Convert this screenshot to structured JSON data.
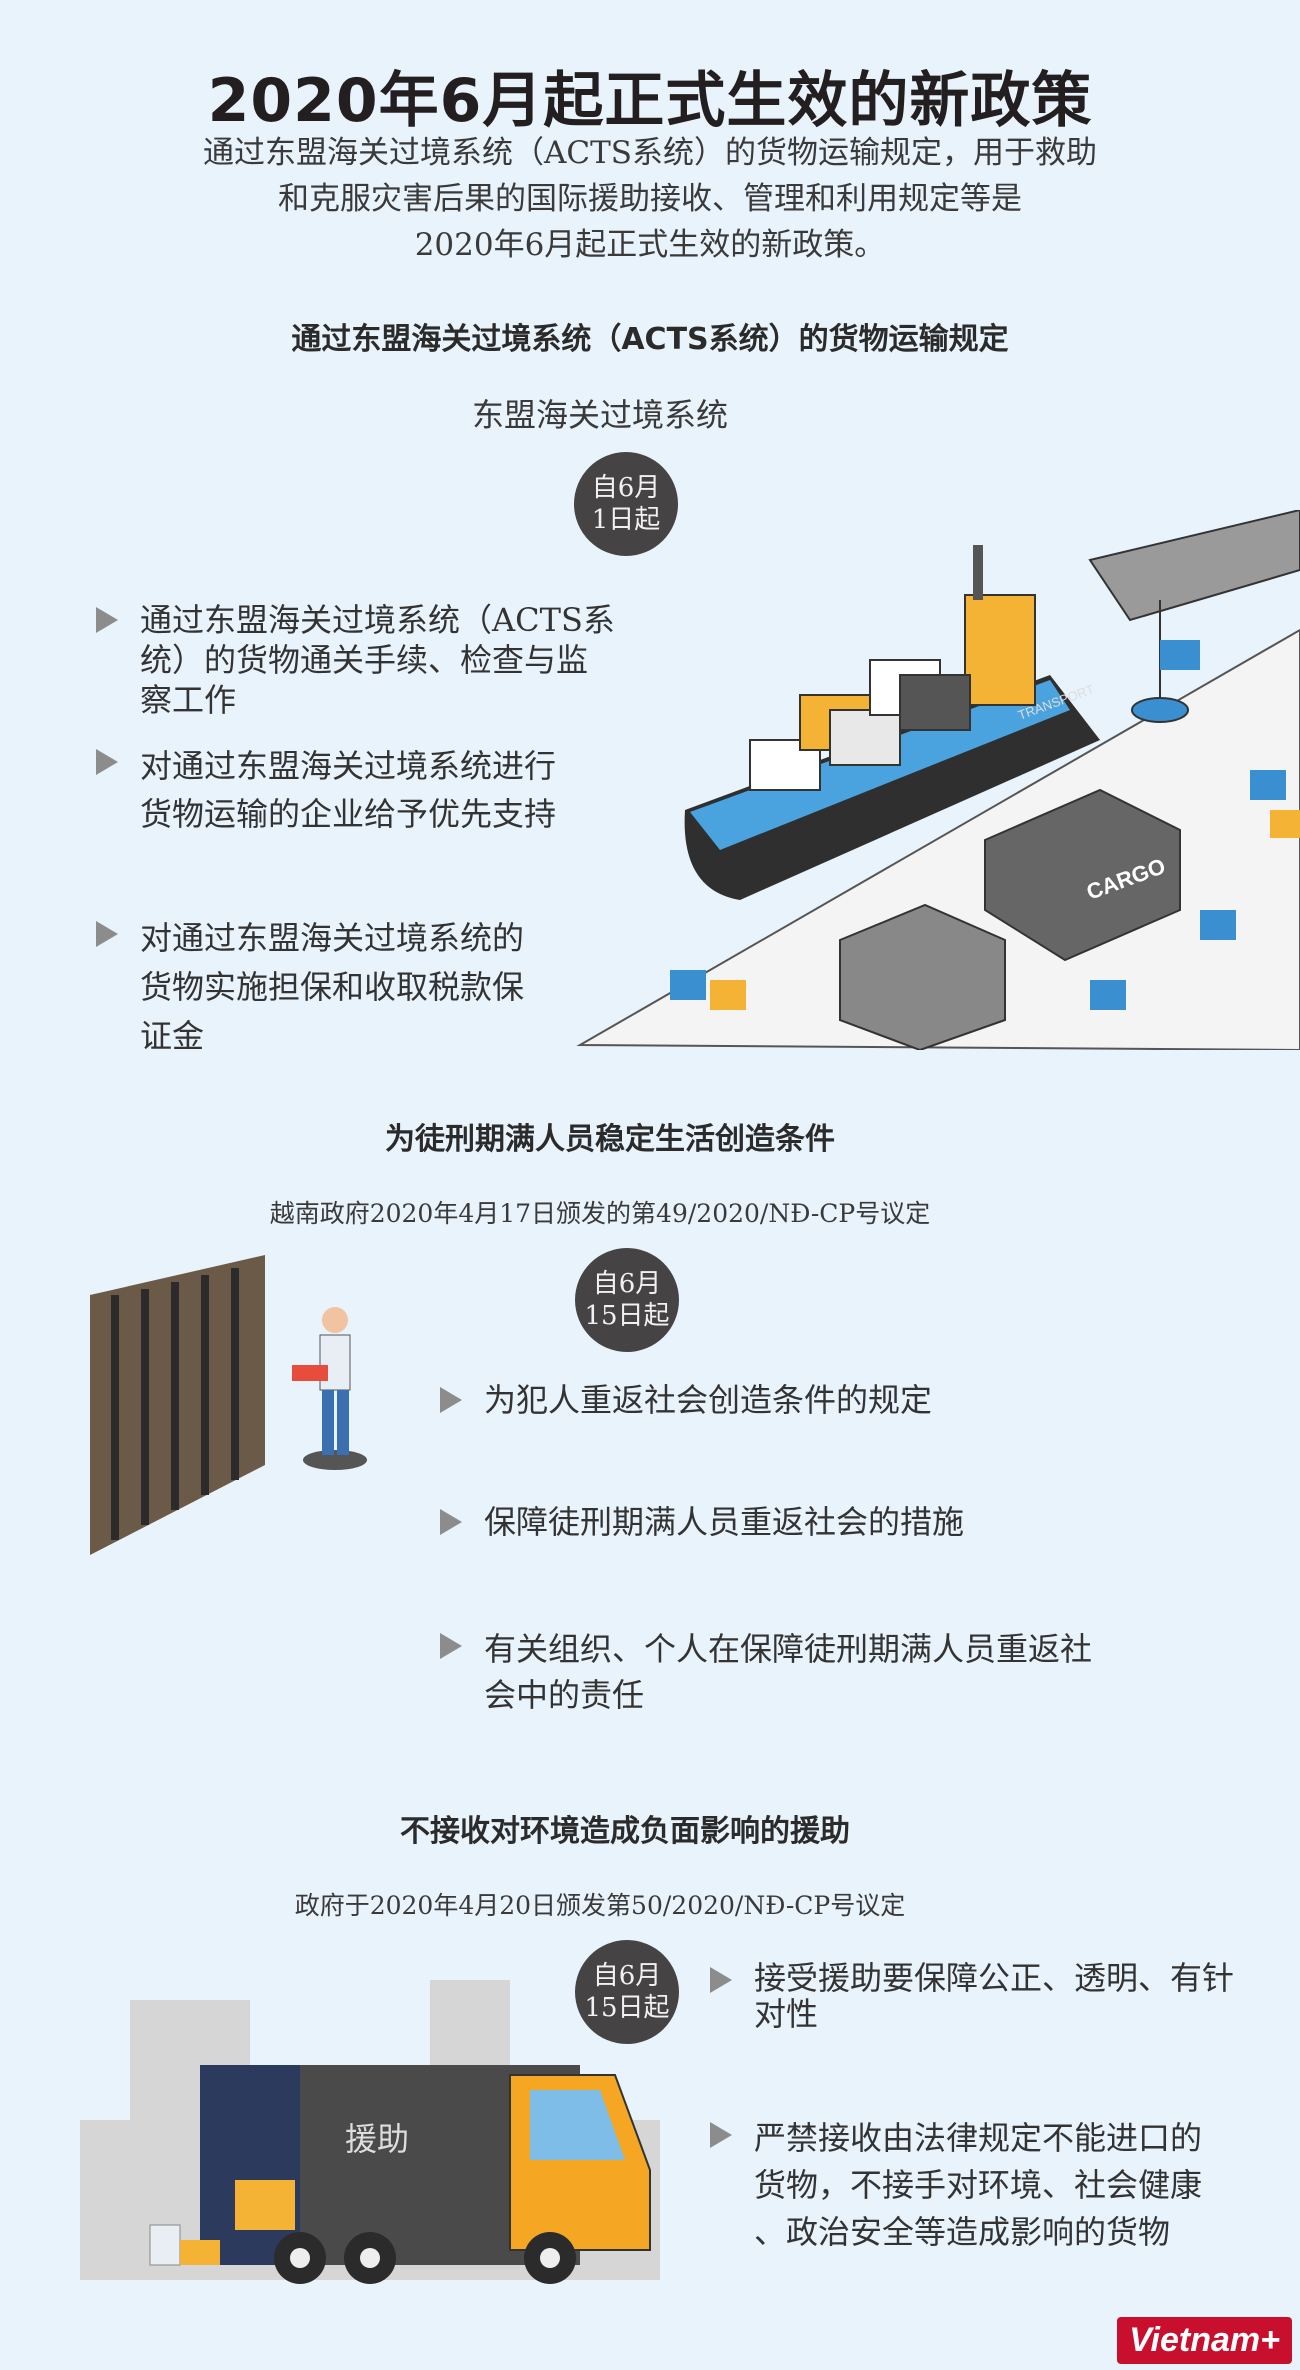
{
  "header": {
    "title": "2020年6月起正式生效的新政策",
    "intro_lines": [
      "通过东盟海关过境系统（ACTS系统）的货物运输规定，用于救助",
      "和克服灾害后果的国际援助接收、管理和利用规定等是",
      "2020年6月起正式生效的新政策。"
    ]
  },
  "section1": {
    "heading": "通过东盟海关过境系统（ACTS系统）的货物运输规定",
    "subheading": "东盟海关过境系统",
    "badge": [
      "自6月",
      "1日起"
    ],
    "bullets": [
      [
        "通过东盟海关过境系统（ACTS系",
        "统）的货物通关手续、检查与监",
        "察工作"
      ],
      [
        "对通过东盟海关过境系统进行",
        "货物运输的企业给予优先支持"
      ],
      [
        "对通过东盟海关过境系统的",
        "货物实施担保和收取税款保",
        "证金"
      ]
    ],
    "ship_label": "TRANSPORT",
    "container_label": "CARGO"
  },
  "section2": {
    "heading": "为徒刑期满人员稳定生活创造条件",
    "decree": "越南政府2020年4月17日颁发的第49/2020/NĐ-CP号议定",
    "badge": [
      "自6月",
      "15日起"
    ],
    "bullets": [
      [
        "为犯人重返社会创造条件的规定"
      ],
      [
        "保障徒刑期满人员重返社会的措施"
      ],
      [
        "有关组织、个人在保障徒刑期满人员重返社",
        "会中的责任"
      ]
    ]
  },
  "section3": {
    "heading": "不接收对环境造成负面影响的援助",
    "decree": "政府于2020年4月20日颁发第50/2020/NĐ-CP号议定",
    "badge": [
      "自6月",
      "15日起"
    ],
    "bullets": [
      [
        "接受援助要保障公正、透明、有针",
        "对性"
      ],
      [
        "严禁接收由法律规定不能进口的",
        "货物，不接手对环境、社会健康",
        "、政治安全等造成影响的货物"
      ]
    ],
    "truck_label": "援助"
  },
  "footer": {
    "logo": "Vietnam+"
  },
  "colors": {
    "background": "#e9f3fc",
    "badge": "#464345",
    "accent_orange": "#f5a623",
    "accent_blue": "#3a8fd0",
    "logo_red": "#c8102e"
  }
}
